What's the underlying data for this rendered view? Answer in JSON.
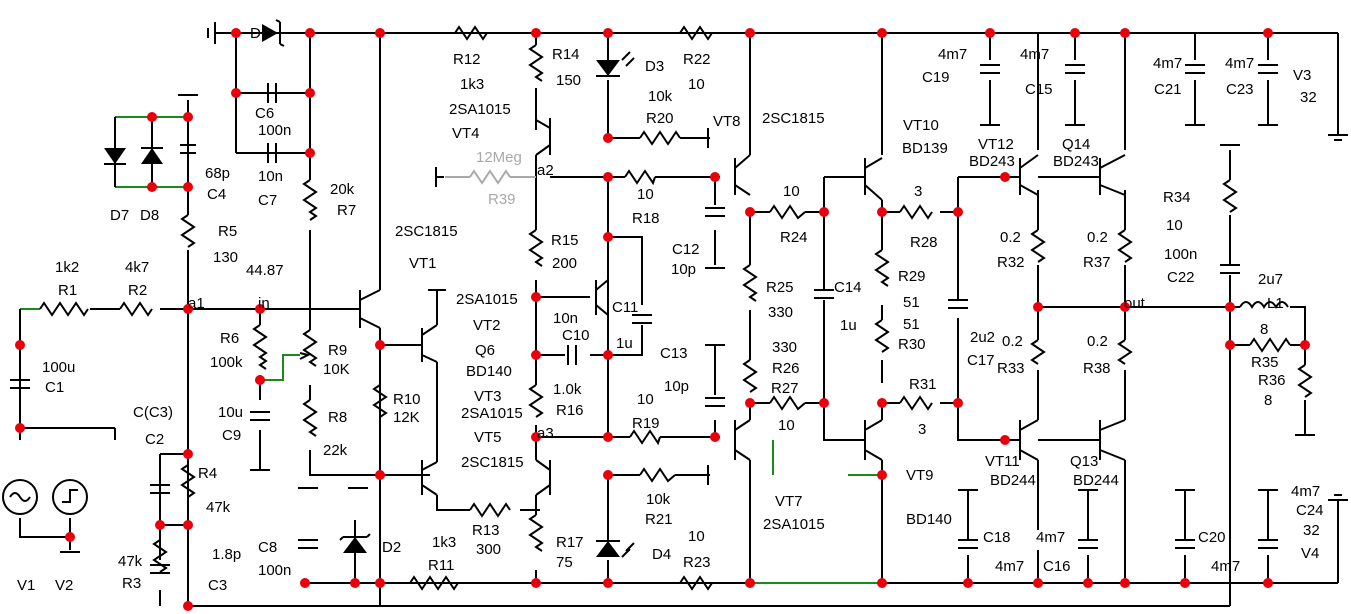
{
  "components": {
    "r1": {
      "name": "R1",
      "value": "1k2"
    },
    "r2": {
      "name": "R2",
      "value": "4k7"
    },
    "r3": {
      "name": "R3",
      "value": "47k"
    },
    "r4": {
      "name": "R4",
      "value": "47k"
    },
    "r5": {
      "name": "R5",
      "value": "130"
    },
    "r6": {
      "name": "R6",
      "value": "100k"
    },
    "r7": {
      "name": "R7",
      "value": "20k"
    },
    "r8": {
      "name": "R8",
      "value": "22k"
    },
    "r9": {
      "name": "R9",
      "value": "10K"
    },
    "r10": {
      "name": "R10",
      "value": "12K"
    },
    "r11": {
      "name": "R11",
      "value": "1k3"
    },
    "r12": {
      "name": "R12",
      "value": "1k3"
    },
    "r13": {
      "name": "R13",
      "value": "300"
    },
    "r14": {
      "name": "R14",
      "value": "150"
    },
    "r15": {
      "name": "R15",
      "value": "200"
    },
    "r16": {
      "name": "R16",
      "value": "1.0k"
    },
    "r17": {
      "name": "R17",
      "value": "75"
    },
    "r18": {
      "name": "R18",
      "value": "10"
    },
    "r19": {
      "name": "R19",
      "value": "10"
    },
    "r20": {
      "name": "R20",
      "value": "10k"
    },
    "r21": {
      "name": "R21",
      "value": "10k"
    },
    "r22": {
      "name": "R22",
      "value": "10"
    },
    "r23": {
      "name": "R23",
      "value": "10"
    },
    "r24": {
      "name": "R24",
      "value": "10"
    },
    "r25": {
      "name": "R25",
      "value": "330"
    },
    "r26": {
      "name": "R26",
      "value": "330"
    },
    "r27": {
      "name": "R27",
      "value": "10"
    },
    "r28": {
      "name": "R28",
      "value": "3"
    },
    "r29": {
      "name": "R29",
      "value": "51"
    },
    "r30": {
      "name": "R30",
      "value": "51"
    },
    "r31": {
      "name": "R31",
      "value": "3"
    },
    "r32": {
      "name": "R32",
      "value": "0.2"
    },
    "r33": {
      "name": "R33",
      "value": "0.2"
    },
    "r34": {
      "name": "R34",
      "value": "10"
    },
    "r35": {
      "name": "R35",
      "value": "8"
    },
    "r36": {
      "name": "R36",
      "value": "8"
    },
    "r37": {
      "name": "R37",
      "value": "0.2"
    },
    "r38": {
      "name": "R38",
      "value": "0.2"
    },
    "r39": {
      "name": "R39",
      "value": "12Meg"
    },
    "c1": {
      "name": "C1",
      "value": "100u"
    },
    "c2": {
      "name": "C2",
      "value": "C(C3)"
    },
    "c3": {
      "name": "C3",
      "value": "1.8p"
    },
    "c4": {
      "name": "C4",
      "value": "68p"
    },
    "c6": {
      "name": "C6",
      "value": "100n"
    },
    "c7": {
      "name": "C7",
      "value": "10n"
    },
    "c8": {
      "name": "C8",
      "value": "100n"
    },
    "c9": {
      "name": "C9",
      "value": "10u"
    },
    "c10": {
      "name": "C10",
      "value": "10n"
    },
    "c11": {
      "name": "C11",
      "value": "1u"
    },
    "c12": {
      "name": "C12",
      "value": "10p"
    },
    "c13": {
      "name": "C13",
      "value": "10p"
    },
    "c14": {
      "name": "C14",
      "value": "1u"
    },
    "c15": {
      "name": "C15",
      "value": "4m7"
    },
    "c16": {
      "name": "C16",
      "value": "4m7"
    },
    "c17": {
      "name": "C17",
      "value": "2u2"
    },
    "c18": {
      "name": "C18",
      "value": "4m7"
    },
    "c19": {
      "name": "C19",
      "value": "4m7"
    },
    "c20": {
      "name": "C20",
      "value": "4m7"
    },
    "c21": {
      "name": "C21",
      "value": "4m7"
    },
    "c22": {
      "name": "C22",
      "value": "100n"
    },
    "c23": {
      "name": "C23",
      "value": "4m7"
    },
    "c24": {
      "name": "C24",
      "value": "4m7"
    },
    "l1": {
      "name": "L1",
      "value": "2u7"
    },
    "v3": {
      "name": "V3",
      "value": "32"
    },
    "v4": {
      "name": "V4",
      "value": "32"
    },
    "d1": {
      "name": "D1"
    },
    "d2": {
      "name": "D2"
    },
    "d3": {
      "name": "D3"
    },
    "d4": {
      "name": "D4"
    },
    "d7": {
      "name": "D7"
    },
    "d8": {
      "name": "D8"
    },
    "v1": {
      "name": "V1"
    },
    "v2": {
      "name": "V2"
    },
    "vt1": {
      "name": "VT1",
      "model": "2SC1815"
    },
    "vt2": {
      "name": "VT2",
      "model": "2SA1015"
    },
    "vt3": {
      "name": "VT3",
      "model": "2SA1015"
    },
    "vt4": {
      "name": "VT4",
      "model": "2SA1015"
    },
    "vt5": {
      "name": "VT5",
      "model": "2SC1815"
    },
    "q6": {
      "name": "Q6",
      "model": "BD140"
    },
    "vt7": {
      "name": "VT7",
      "model": "2SA1015"
    },
    "vt8": {
      "name": "VT8",
      "model": "2SC1815"
    },
    "vt9": {
      "name": "VT9",
      "model": "BD140"
    },
    "vt10": {
      "name": "VT10",
      "model": "BD139"
    },
    "vt11": {
      "name": "VT11",
      "model": "BD244"
    },
    "vt12": {
      "name": "VT12",
      "model": "BD243"
    },
    "q13": {
      "name": "Q13",
      "model": "BD244"
    },
    "q14": {
      "name": "Q14",
      "model": "BD243"
    }
  },
  "nets": {
    "a1": "a1",
    "a2": "a2",
    "a3": "a3",
    "in": "in",
    "out": "out"
  },
  "probe": {
    "value": "44.87"
  }
}
